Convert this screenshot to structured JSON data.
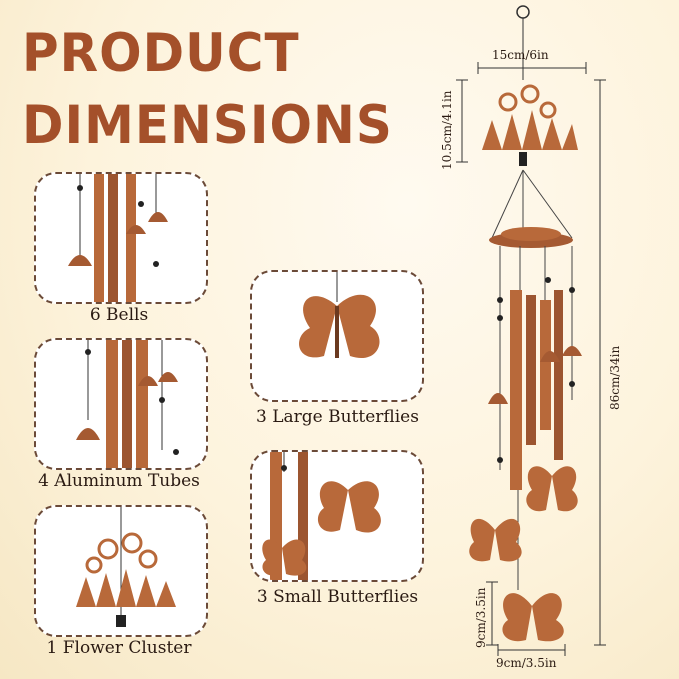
{
  "title": {
    "line1": "PRODUCT",
    "line2": "DIMENSIONS"
  },
  "items": [
    {
      "label": "6 Bells"
    },
    {
      "label": "4 Aluminum Tubes"
    },
    {
      "label": "1 Flower Cluster"
    },
    {
      "label": "3 Large Butterflies"
    },
    {
      "label": "3 Small Butterflies"
    }
  ],
  "dimensions": {
    "top_width": "15cm/6in",
    "top_height": "10.5cm/4.1in",
    "total_length": "86cm/34in",
    "butterfly_height": "9cm/3.5in",
    "butterfly_width": "9cm/3.5in"
  },
  "colors": {
    "accent": "#a4502a",
    "copper": "#b8693a",
    "dark": "#2a1a12"
  }
}
